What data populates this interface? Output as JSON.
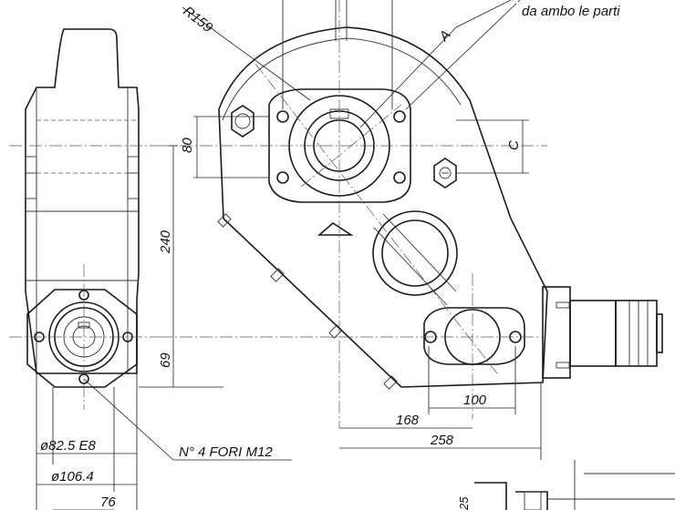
{
  "labels": {
    "radius": "R159",
    "note_top": "da ambo le parti",
    "section_a": "A",
    "dim_c": "C",
    "dim_80": "80",
    "dim_240": "240",
    "dim_69": "69",
    "dim_100": "100",
    "dim_168": "168",
    "dim_258": "258",
    "dim_82": "ø82.5 E8",
    "dim_106": "ø106.4",
    "dim_76": "76",
    "dim_25": "25",
    "holes_note": "N° 4 FORI M12"
  }
}
